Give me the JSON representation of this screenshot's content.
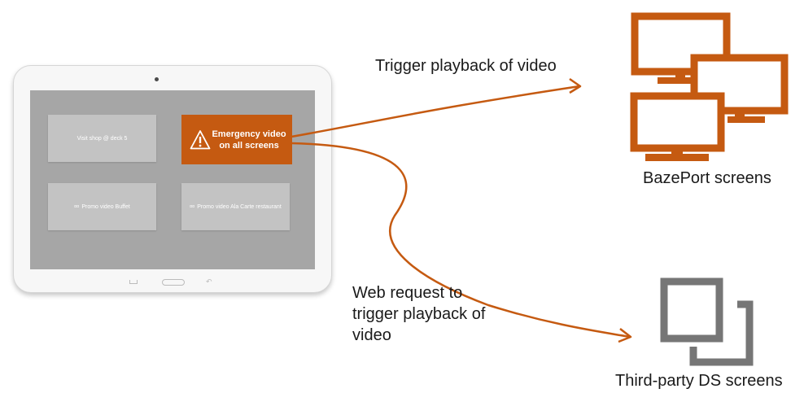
{
  "tablet": {
    "tiles": [
      {
        "label": "Visit shop @ deck 5"
      },
      {
        "label": "Promo video Buffet"
      },
      {
        "label": "Promo video Ala Carte restaurant"
      }
    ],
    "emergency": {
      "label": "Emergency video on all screens",
      "icon": "warning-triangle-icon"
    }
  },
  "arrows": {
    "top_label": "Trigger playback of video",
    "bottom_label": "Web request to trigger playback of video"
  },
  "destinations": {
    "bazeport": {
      "label": "BazePort screens",
      "icon": "monitor-icon"
    },
    "third_party": {
      "label": "Third-party DS screens",
      "icon": "overlapping-squares-icon"
    }
  },
  "colors": {
    "accent": "#c55a11",
    "icon_gray": "#767676",
    "tile": "#c3c3c3",
    "screen": "#a6a6a6"
  }
}
